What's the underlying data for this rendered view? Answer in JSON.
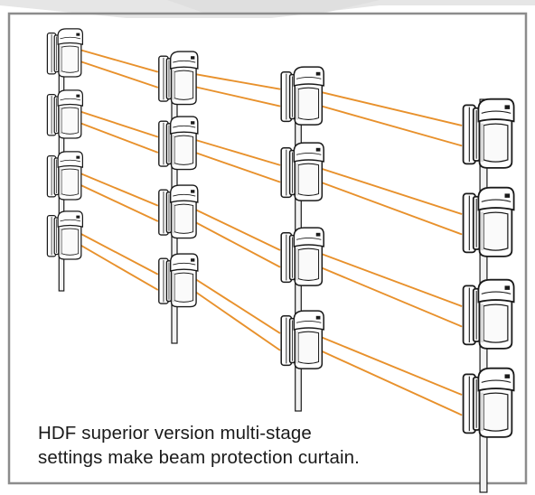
{
  "caption": {
    "line1": "HDF superior version multi-stage",
    "line2": "settings make beam protection curtain."
  },
  "colors": {
    "beam": "#E8912C",
    "frame": "#8c8c8c",
    "device_outline": "#1a1a1a",
    "device_fill": "#ffffff",
    "pole_fill": "#f2f2f2"
  },
  "layout_description": {
    "columns": 4,
    "units_per_column": 4,
    "beams_per_link": 2,
    "link_pattern": "each unit in a column sends two parallel beams to the unit at the same level in the next column"
  }
}
